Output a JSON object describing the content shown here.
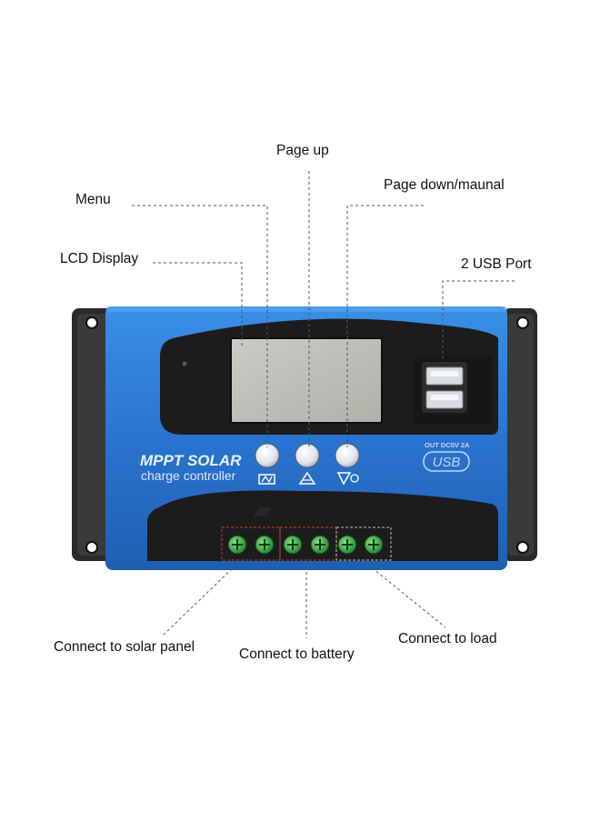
{
  "labels": {
    "page_up": "Page up",
    "menu": "Menu",
    "page_down": "Page down/maunal",
    "lcd_display": "LCD Display",
    "usb_port": "2 USB Port",
    "solar_panel": "Connect to solar panel",
    "battery": "Connect to battery",
    "load": "Connect to load"
  },
  "device": {
    "brand_line1": "MPPT SOLAR",
    "brand_line2": "charge controller",
    "usb_spec": "OUT DC5V 2A",
    "usb_logo": "USB"
  },
  "colors": {
    "body_blue": "#2f7fd8",
    "body_black": "#1c1c1c",
    "terminal_green": "#3fa64a",
    "callout_line": "#555555"
  },
  "icons": [
    "menu-button-icon",
    "page-up-button-icon",
    "page-down-button-icon",
    "usb-port-icon",
    "screw-terminal-icon"
  ]
}
